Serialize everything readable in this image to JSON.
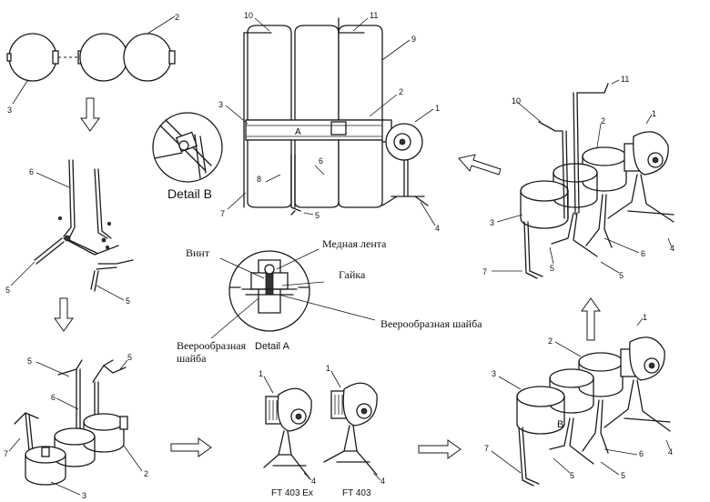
{
  "callouts": {
    "n1": "1",
    "n2": "2",
    "n3": "3",
    "n4": "4",
    "n5": "5",
    "n6": "6",
    "n7": "7",
    "n8": "8",
    "n9": "9",
    "n10": "10",
    "n11": "11",
    "letterA": "A",
    "letterB": "B"
  },
  "details": {
    "detail_b": "Detail B",
    "detail_a": "Detail A"
  },
  "russian_labels": {
    "screw": "Винт",
    "copper_tape": "Медная лента",
    "nut": "Гайка",
    "fan_washer_right": "Веерообразная шайба",
    "fan_washer_left_line1": "Веерообразная",
    "fan_washer_left_line2": "шайба"
  },
  "models": {
    "ex": "FT 403 Ex",
    "std": "FT 403"
  }
}
